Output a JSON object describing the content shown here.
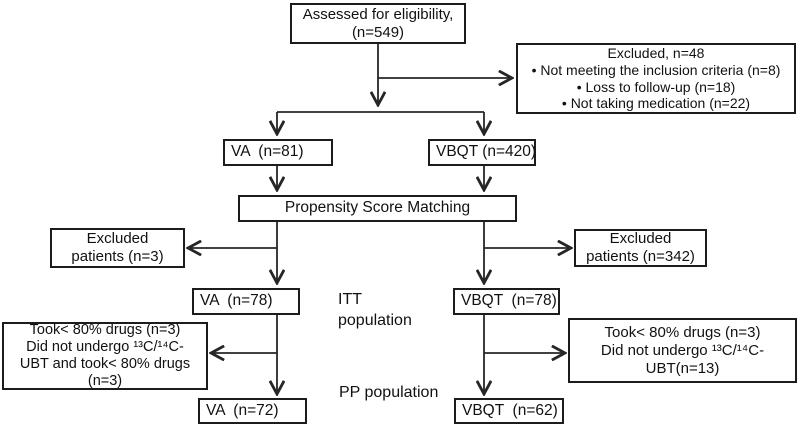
{
  "diagram": {
    "title_hint": "Patient enrollment flow diagram",
    "colors": {
      "background": "#ffffff",
      "box_border": "#1c1c1c",
      "line": "#262626",
      "text": "#111111"
    },
    "boxes": {
      "assessed": {
        "lines": [
          "Assessed for eligibility,",
          "(n=549)"
        ]
      },
      "excluded_top": {
        "lines": [
          "Excluded, n=48",
          "• Not meeting the inclusion criteria (n=8)",
          "• Loss to follow-up (n=18)",
          "• Not taking medication (n=22)"
        ]
      },
      "va81": {
        "label": "VA  (n=81)"
      },
      "vbqt420": {
        "label": "VBQT (n=420)"
      },
      "psm": {
        "label": "Propensity Score Matching"
      },
      "excluded_left": {
        "lines": [
          "Excluded",
          "patients (n=3)"
        ]
      },
      "excluded_right": {
        "lines": [
          "Excluded",
          "patients (n=342)"
        ]
      },
      "va78": {
        "label": "VA  (n=78)"
      },
      "vbqt78": {
        "label": "VBQT  (n=78)"
      },
      "took_left": {
        "lines": [
          "Took< 80% drugs (n=3)",
          "Did not undergo ¹³C/¹⁴C-",
          "UBT and took< 80% drugs",
          "(n=3)"
        ]
      },
      "took_right": {
        "lines": [
          "Took< 80% drugs (n=3)",
          "Did not undergo ¹³C/¹⁴C-",
          "UBT(n=13)"
        ]
      },
      "va72": {
        "label": "VA  (n=72)"
      },
      "vbqt62": {
        "label": "VBQT  (n=62)"
      }
    },
    "labels": {
      "itt": {
        "lines": [
          "ITT",
          "population"
        ]
      },
      "pp": {
        "label": "PP population"
      }
    }
  }
}
